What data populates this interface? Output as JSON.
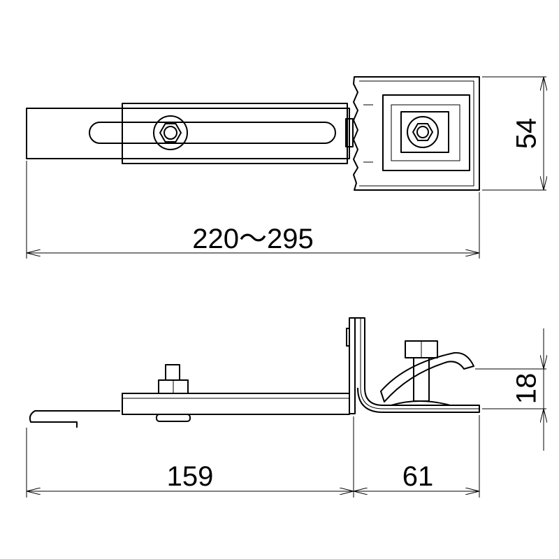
{
  "dimensions": {
    "overall_length": "220～295",
    "width": "54",
    "height": "18",
    "base_length": "159",
    "hook_length": "61"
  },
  "colors": {
    "line": "#000000",
    "background": "#ffffff"
  }
}
